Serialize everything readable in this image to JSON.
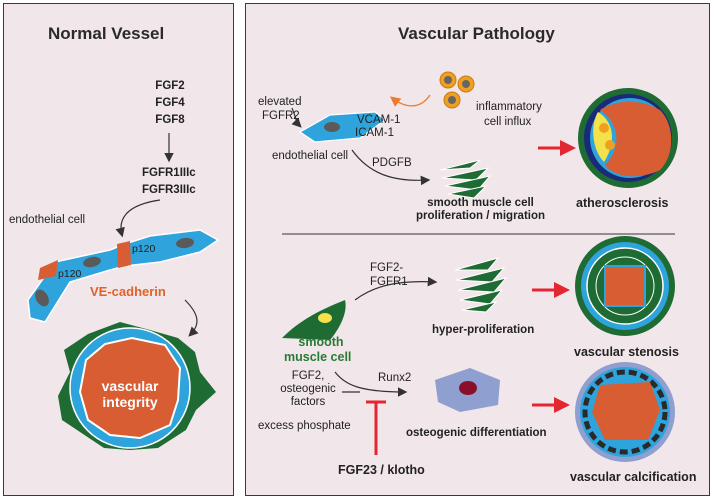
{
  "normal_vessel": {
    "title": "Normal Vessel",
    "ligands": [
      "FGF2",
      "FGF4",
      "FGF8"
    ],
    "receptors": [
      "FGFR1IIIc",
      "FGFR3IIIc"
    ],
    "endothelial_cell_label": "endothelial cell",
    "p120_label": "p120",
    "ve_cadherin_label": "VE-cadherin",
    "integrity_label": [
      "vascular",
      "integrity"
    ]
  },
  "vascular_pathology": {
    "title": "Vascular Pathology",
    "elevated_fgfr2": [
      "elevated",
      "FGFR2"
    ],
    "vcam": "VCAM-1",
    "icam": "ICAM-1",
    "endothelial_cell_label": "endothelial cell",
    "inflammatory_label": [
      "inflammatory",
      "cell influx"
    ],
    "pdgfb": "PDGFB",
    "smc_proliferation": [
      "smooth muscle cell",
      "proliferation / migration"
    ],
    "atherosclerosis": "atherosclerosis",
    "fgf2_fgfr1": [
      "FGF2-",
      "FGFR1"
    ],
    "hyper_proliferation": "hyper-proliferation",
    "vascular_stenosis": "vascular stenosis",
    "smooth_muscle_cell": [
      "smooth",
      "muscle cell"
    ],
    "fgf2_osteogenic": [
      "FGF2,",
      "osteogenic",
      "factors"
    ],
    "excess_phosphate": "excess phosphate",
    "runx2": "Runx2",
    "osteogenic_differentiation": "osteogenic differentiation",
    "fgf23_klotho": "FGF23 / klotho",
    "vascular_calcification": "vascular calcification"
  },
  "colors": {
    "panel_bg": "#f1e7ea",
    "endothelial_blue": "#2ea3dc",
    "smc_green": "#1f6b34",
    "lumen_orange": "#d95d32",
    "arrow_red": "#e3262f",
    "inflammatory_orange": "#f0a020",
    "osteo_lilac": "#8e9fd0"
  }
}
